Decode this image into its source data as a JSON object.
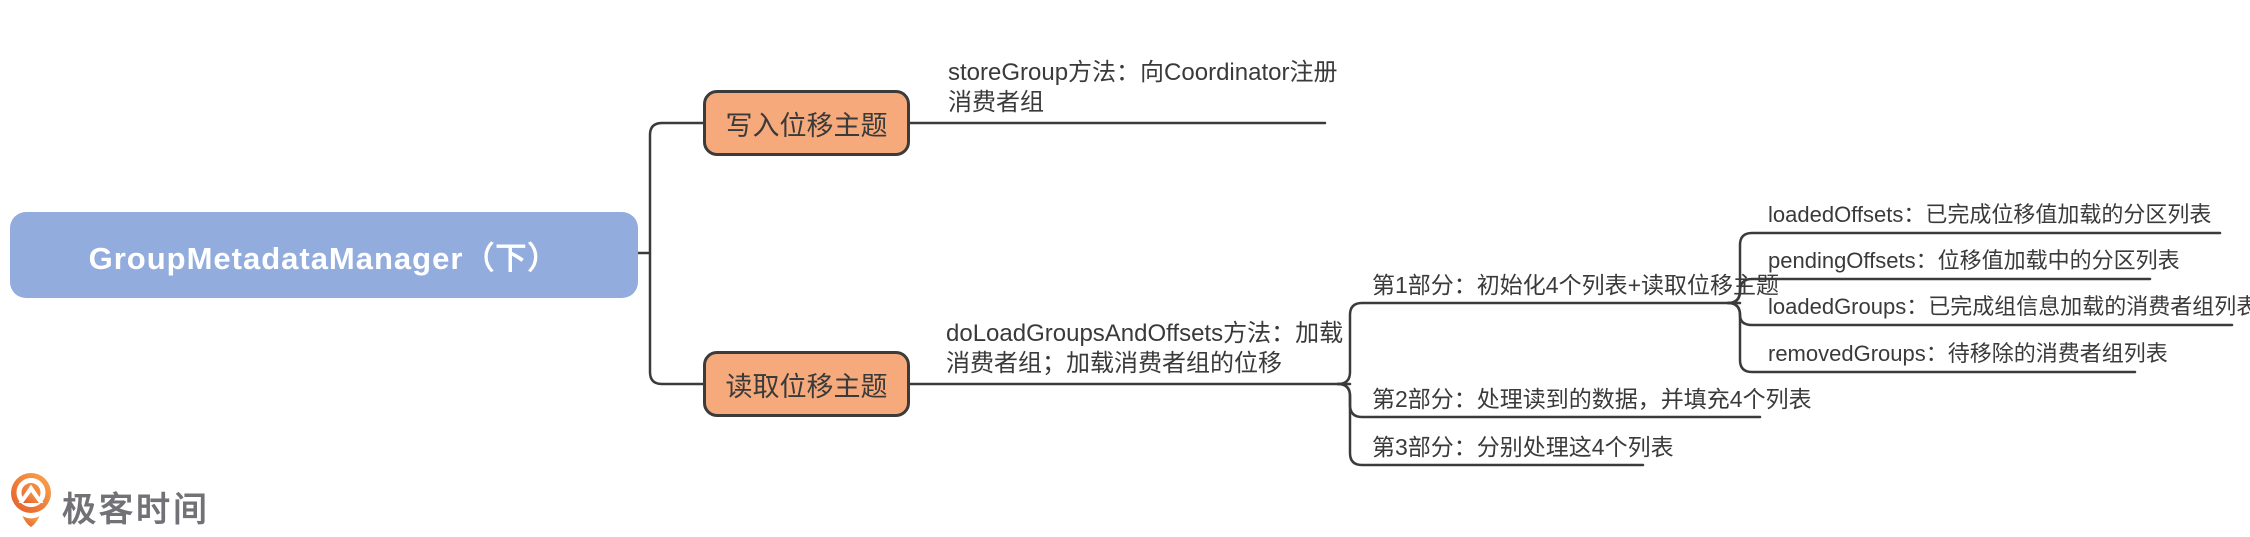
{
  "root": {
    "label": "GroupMetadataManager（下）"
  },
  "branches": [
    {
      "label": "写入位移主题",
      "children": [
        {
          "label": "storeGroup方法：向Coordinator注册消费者组",
          "lines": [
            "storeGroup方法：向Coordinator注册",
            "消费者组"
          ]
        }
      ]
    },
    {
      "label": "读取位移主题",
      "children": [
        {
          "label": "doLoadGroupsAndOffsets方法：加载消费者组；加载消费者组的位移",
          "lines": [
            "doLoadGroupsAndOffsets方法：加载",
            "消费者组；加载消费者组的位移"
          ],
          "children": [
            {
              "label": "第1部分：初始化4个列表+读取位移主题",
              "children": [
                {
                  "label": "loadedOffsets：已完成位移值加载的分区列表"
                },
                {
                  "label": "pendingOffsets：位移值加载中的分区列表"
                },
                {
                  "label": "loadedGroups：已完成组信息加载的消费者组列表"
                },
                {
                  "label": "removedGroups：待移除的消费者组列表"
                }
              ]
            },
            {
              "label": "第2部分：处理读到的数据，并填充4个列表"
            },
            {
              "label": "第3部分：分别处理这4个列表"
            }
          ]
        }
      ]
    }
  ],
  "logo": {
    "brand": "极客时间"
  },
  "colors": {
    "root_fill": "#92ACDE",
    "root_text": "#FFFFFF",
    "branch_fill": "#F6AA7B",
    "branch_border": "#3B3B3B",
    "connector": "#3B3B3B",
    "text": "#3A3A3A",
    "logo_orange": "#ED6E2F",
    "logo_text": "#717176"
  }
}
